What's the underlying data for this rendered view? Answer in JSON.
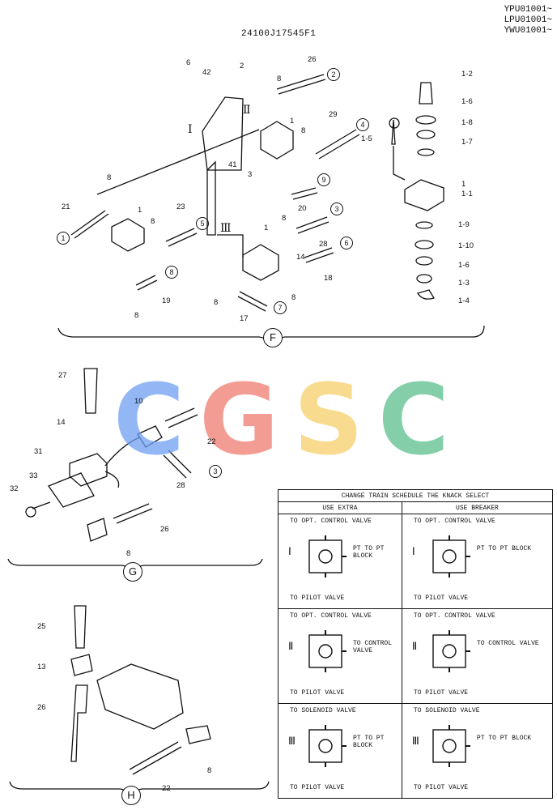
{
  "serials": [
    "YPU01001~",
    "LPU01001~",
    "YWU01001~"
  ],
  "drawing_number": "24100J17545F1",
  "section_F": {
    "label": "F",
    "callouts": [
      "6",
      "42",
      "2",
      "26",
      "8",
      "Ⅱ",
      "Ⅰ",
      "1",
      "29",
      "8",
      "41",
      "3",
      "8",
      "21",
      "1",
      "23",
      "8",
      "9",
      "20",
      "1",
      "3",
      "28",
      "14",
      "6",
      "18",
      "8",
      "19",
      "8",
      "17",
      "7",
      "8",
      "5",
      "1",
      "2",
      "4",
      "8",
      "1-2",
      "1-6",
      "1-8",
      "1-7",
      "1-5",
      "1",
      "1-1",
      "1-9",
      "1-10",
      "1-6",
      "1-3",
      "1-4",
      "Ⅲ"
    ],
    "circled": [
      "1",
      "2",
      "3",
      "4",
      "5",
      "6",
      "7",
      "8",
      "9"
    ]
  },
  "section_G": {
    "label": "G",
    "callouts": [
      "27",
      "10",
      "14",
      "22",
      "31",
      "3",
      "33",
      "28",
      "32",
      "26",
      "8"
    ]
  },
  "section_H": {
    "label": "H",
    "callouts": [
      "25",
      "13",
      "26",
      "8",
      "22"
    ]
  },
  "watermark": "CGSC",
  "schedule": {
    "title": "CHANGE TRAIN SCHEDULE THE KNACK SELECT",
    "col_extra": "USE EXTRA",
    "col_breaker": "USE BREAKER",
    "rows": [
      {
        "roman": "Ⅰ",
        "top": "TO OPT. CONTROL VALVE",
        "side": "PT TO PT BLOCK",
        "bottom": "TO PILOT VALVE"
      },
      {
        "roman": "Ⅱ",
        "top": "TO OPT. CONTROL VALVE",
        "side": "TO CONTROL VALVE",
        "bottom": "TO PILOT VALVE"
      },
      {
        "roman": "Ⅲ",
        "top": "TO SOLENOID VALVE",
        "side": "PT TO PT BLOCK",
        "bottom": "TO PILOT VALVE"
      }
    ]
  }
}
